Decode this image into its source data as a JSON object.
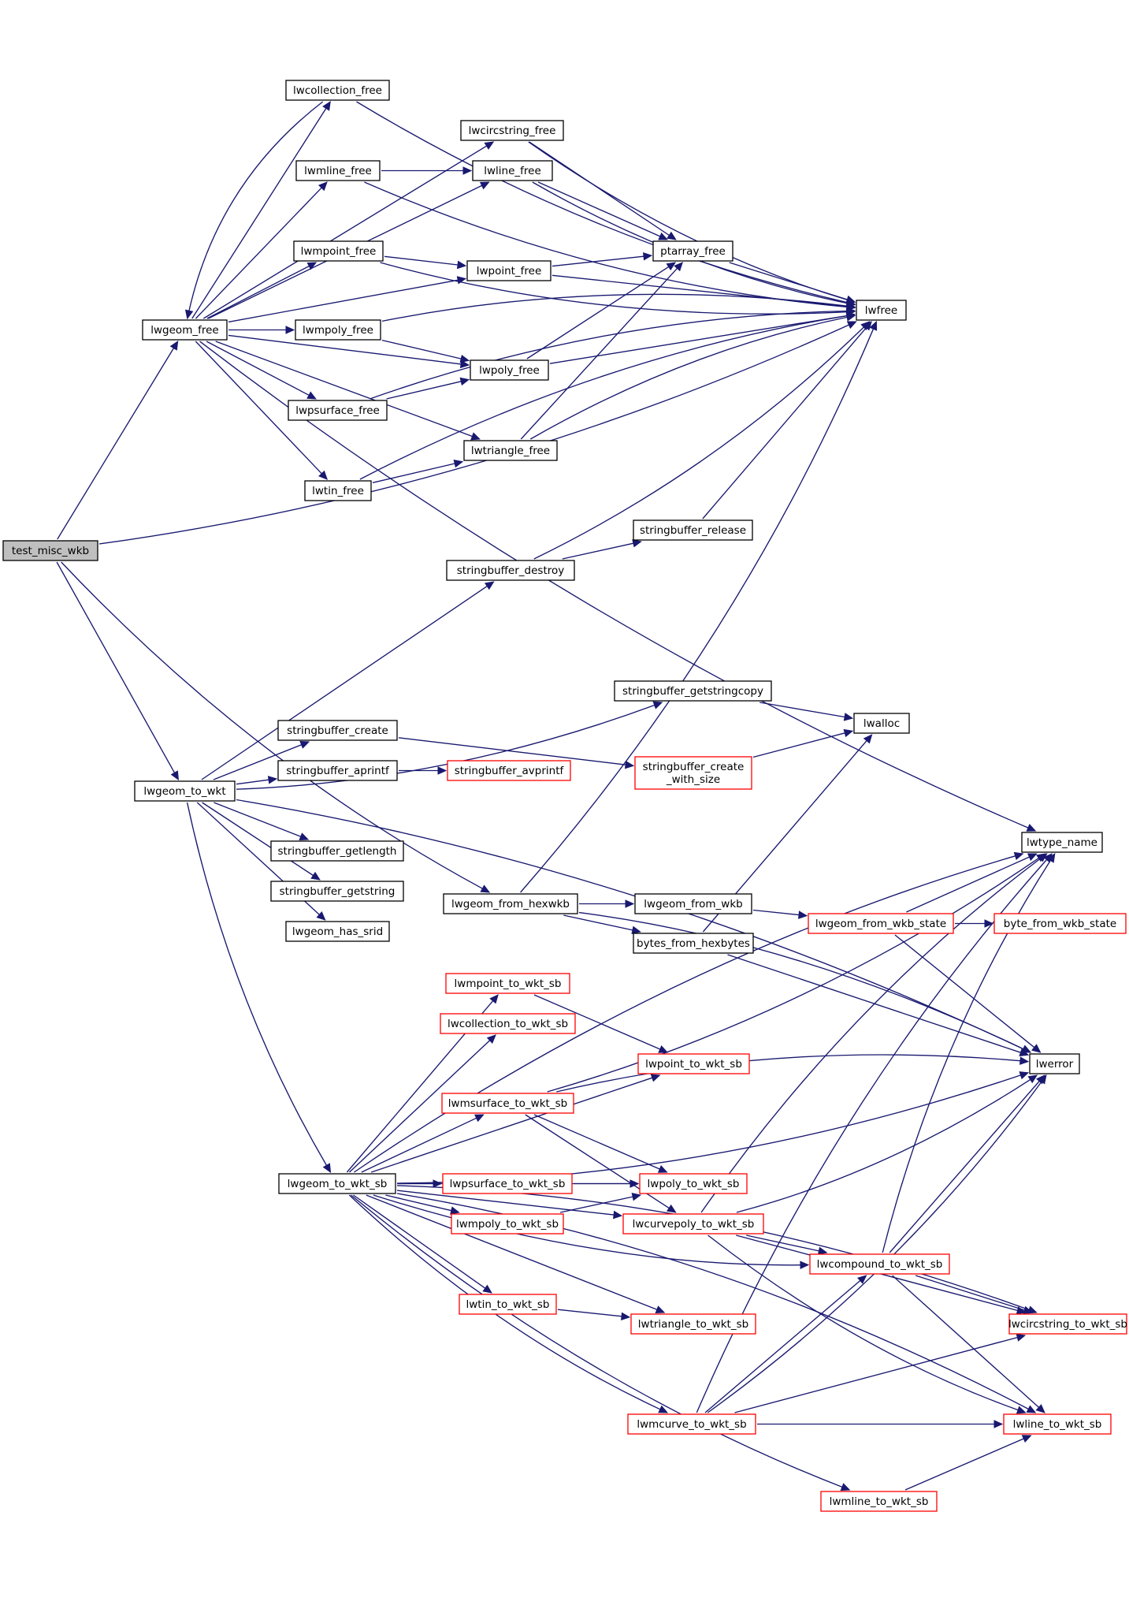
{
  "colors": {
    "edge": "#191970",
    "node_black": "#000000",
    "node_red": "#ff0000",
    "root_fill": "#bfbfbf"
  },
  "nodes": [
    {
      "id": "test_misc_wkb",
      "label": "test_misc_wkb",
      "style": "root"
    },
    {
      "id": "lwgeom_free",
      "label": "lwgeom_free",
      "style": "black"
    },
    {
      "id": "lwcollection_free",
      "label": "lwcollection_free",
      "style": "black"
    },
    {
      "id": "lwcircstring_free",
      "label": "lwcircstring_free",
      "style": "black"
    },
    {
      "id": "lwmline_free",
      "label": "lwmline_free",
      "style": "black"
    },
    {
      "id": "lwline_free",
      "label": "lwline_free",
      "style": "black"
    },
    {
      "id": "lwmpoint_free",
      "label": "lwmpoint_free",
      "style": "black"
    },
    {
      "id": "lwpoint_free",
      "label": "lwpoint_free",
      "style": "black"
    },
    {
      "id": "ptarray_free",
      "label": "ptarray_free",
      "style": "black"
    },
    {
      "id": "lwfree",
      "label": "lwfree",
      "style": "black"
    },
    {
      "id": "lwmpoly_free",
      "label": "lwmpoly_free",
      "style": "black"
    },
    {
      "id": "lwpoly_free",
      "label": "lwpoly_free",
      "style": "black"
    },
    {
      "id": "lwpsurface_free",
      "label": "lwpsurface_free",
      "style": "black"
    },
    {
      "id": "lwtriangle_free",
      "label": "lwtriangle_free",
      "style": "black"
    },
    {
      "id": "lwtin_free",
      "label": "lwtin_free",
      "style": "black"
    },
    {
      "id": "stringbuffer_release",
      "label": "stringbuffer_release",
      "style": "black"
    },
    {
      "id": "stringbuffer_destroy",
      "label": "stringbuffer_destroy",
      "style": "black"
    },
    {
      "id": "stringbuffer_getstringcopy",
      "label": "stringbuffer_getstringcopy",
      "style": "black"
    },
    {
      "id": "lwalloc",
      "label": "lwalloc",
      "style": "black"
    },
    {
      "id": "stringbuffer_create",
      "label": "stringbuffer_create",
      "style": "black"
    },
    {
      "id": "stringbuffer_create_with_size",
      "label": "stringbuffer_create\n_with_size",
      "style": "red"
    },
    {
      "id": "stringbuffer_aprintf",
      "label": "stringbuffer_aprintf",
      "style": "black"
    },
    {
      "id": "stringbuffer_avprintf",
      "label": "stringbuffer_avprintf",
      "style": "red"
    },
    {
      "id": "lwgeom_to_wkt",
      "label": "lwgeom_to_wkt",
      "style": "black"
    },
    {
      "id": "lwtype_name",
      "label": "lwtype_name",
      "style": "black"
    },
    {
      "id": "stringbuffer_getlength",
      "label": "stringbuffer_getlength",
      "style": "black"
    },
    {
      "id": "stringbuffer_getstring",
      "label": "stringbuffer_getstring",
      "style": "black"
    },
    {
      "id": "lwgeom_from_hexwkb",
      "label": "lwgeom_from_hexwkb",
      "style": "black"
    },
    {
      "id": "lwgeom_from_wkb",
      "label": "lwgeom_from_wkb",
      "style": "black"
    },
    {
      "id": "lwgeom_from_wkb_state",
      "label": "lwgeom_from_wkb_state",
      "style": "red"
    },
    {
      "id": "byte_from_wkb_state",
      "label": "byte_from_wkb_state",
      "style": "red"
    },
    {
      "id": "lwgeom_has_srid",
      "label": "lwgeom_has_srid",
      "style": "black"
    },
    {
      "id": "bytes_from_hexbytes",
      "label": "bytes_from_hexbytes",
      "style": "black"
    },
    {
      "id": "lwmpoint_to_wkt_sb",
      "label": "lwmpoint_to_wkt_sb",
      "style": "red"
    },
    {
      "id": "lwcollection_to_wkt_sb",
      "label": "lwcollection_to_wkt_sb",
      "style": "red"
    },
    {
      "id": "lwpoint_to_wkt_sb",
      "label": "lwpoint_to_wkt_sb",
      "style": "red"
    },
    {
      "id": "lwerror",
      "label": "lwerror",
      "style": "black"
    },
    {
      "id": "lwmsurface_to_wkt_sb",
      "label": "lwmsurface_to_wkt_sb",
      "style": "red"
    },
    {
      "id": "lwgeom_to_wkt_sb",
      "label": "lwgeom_to_wkt_sb",
      "style": "black"
    },
    {
      "id": "lwpsurface_to_wkt_sb",
      "label": "lwpsurface_to_wkt_sb",
      "style": "red"
    },
    {
      "id": "lwpoly_to_wkt_sb",
      "label": "lwpoly_to_wkt_sb",
      "style": "red"
    },
    {
      "id": "lwmpoly_to_wkt_sb",
      "label": "lwmpoly_to_wkt_sb",
      "style": "red"
    },
    {
      "id": "lwcurvepoly_to_wkt_sb",
      "label": "lwcurvepoly_to_wkt_sb",
      "style": "red"
    },
    {
      "id": "lwcompound_to_wkt_sb",
      "label": "lwcompound_to_wkt_sb",
      "style": "red"
    },
    {
      "id": "lwtin_to_wkt_sb",
      "label": "lwtin_to_wkt_sb",
      "style": "red"
    },
    {
      "id": "lwtriangle_to_wkt_sb",
      "label": "lwtriangle_to_wkt_sb",
      "style": "red"
    },
    {
      "id": "lwcircstring_to_wkt_sb",
      "label": "lwcircstring_to_wkt_sb",
      "style": "red"
    },
    {
      "id": "lwmcurve_to_wkt_sb",
      "label": "lwmcurve_to_wkt_sb",
      "style": "red"
    },
    {
      "id": "lwline_to_wkt_sb",
      "label": "lwline_to_wkt_sb",
      "style": "red"
    },
    {
      "id": "lwmline_to_wkt_sb",
      "label": "lwmline_to_wkt_sb",
      "style": "red"
    }
  ],
  "edges": [
    [
      "test_misc_wkb",
      "lwgeom_free"
    ],
    [
      "test_misc_wkb",
      "lwfree"
    ],
    [
      "test_misc_wkb",
      "lwgeom_to_wkt"
    ],
    [
      "test_misc_wkb",
      "lwgeom_from_hexwkb"
    ],
    [
      "lwgeom_free",
      "lwcollection_free"
    ],
    [
      "lwgeom_free",
      "lwcircstring_free"
    ],
    [
      "lwgeom_free",
      "lwmline_free"
    ],
    [
      "lwgeom_free",
      "lwline_free"
    ],
    [
      "lwgeom_free",
      "lwmpoint_free"
    ],
    [
      "lwgeom_free",
      "lwpoint_free"
    ],
    [
      "lwgeom_free",
      "lwmpoly_free"
    ],
    [
      "lwgeom_free",
      "lwpoly_free"
    ],
    [
      "lwgeom_free",
      "lwpsurface_free"
    ],
    [
      "lwgeom_free",
      "lwtriangle_free"
    ],
    [
      "lwgeom_free",
      "lwtin_free"
    ],
    [
      "lwgeom_free",
      "lwtype_name"
    ],
    [
      "lwcollection_free",
      "lwgeom_free"
    ],
    [
      "lwcollection_free",
      "lwfree"
    ],
    [
      "lwcircstring_free",
      "ptarray_free"
    ],
    [
      "lwcircstring_free",
      "lwfree"
    ],
    [
      "lwmline_free",
      "lwline_free"
    ],
    [
      "lwmline_free",
      "lwfree"
    ],
    [
      "lwline_free",
      "ptarray_free"
    ],
    [
      "lwline_free",
      "lwfree"
    ],
    [
      "lwmpoint_free",
      "lwpoint_free"
    ],
    [
      "lwmpoint_free",
      "lwfree"
    ],
    [
      "lwpoint_free",
      "ptarray_free"
    ],
    [
      "lwpoint_free",
      "lwfree"
    ],
    [
      "ptarray_free",
      "lwfree"
    ],
    [
      "lwmpoly_free",
      "lwpoly_free"
    ],
    [
      "lwmpoly_free",
      "lwfree"
    ],
    [
      "lwpoly_free",
      "ptarray_free"
    ],
    [
      "lwpoly_free",
      "lwfree"
    ],
    [
      "lwpsurface_free",
      "lwpoly_free"
    ],
    [
      "lwpsurface_free",
      "lwfree"
    ],
    [
      "lwtriangle_free",
      "ptarray_free"
    ],
    [
      "lwtriangle_free",
      "lwfree"
    ],
    [
      "lwtin_free",
      "lwtriangle_free"
    ],
    [
      "lwtin_free",
      "lwfree"
    ],
    [
      "stringbuffer_release",
      "lwfree"
    ],
    [
      "stringbuffer_destroy",
      "stringbuffer_release"
    ],
    [
      "stringbuffer_destroy",
      "lwfree"
    ],
    [
      "lwgeom_to_wkt",
      "stringbuffer_destroy"
    ],
    [
      "lwgeom_to_wkt",
      "stringbuffer_getstringcopy"
    ],
    [
      "lwgeom_to_wkt",
      "stringbuffer_create"
    ],
    [
      "lwgeom_to_wkt",
      "stringbuffer_aprintf"
    ],
    [
      "lwgeom_to_wkt",
      "stringbuffer_getlength"
    ],
    [
      "lwgeom_to_wkt",
      "stringbuffer_getstring"
    ],
    [
      "lwgeom_to_wkt",
      "lwgeom_has_srid"
    ],
    [
      "lwgeom_to_wkt",
      "lwgeom_to_wkt_sb"
    ],
    [
      "lwgeom_to_wkt",
      "lwerror"
    ],
    [
      "stringbuffer_getstringcopy",
      "lwalloc"
    ],
    [
      "stringbuffer_create",
      "stringbuffer_create_with_size"
    ],
    [
      "stringbuffer_create_with_size",
      "lwalloc"
    ],
    [
      "stringbuffer_aprintf",
      "stringbuffer_avprintf"
    ],
    [
      "lwgeom_from_hexwkb",
      "lwgeom_from_wkb"
    ],
    [
      "lwgeom_from_hexwkb",
      "bytes_from_hexbytes"
    ],
    [
      "lwgeom_from_hexwkb",
      "lwfree"
    ],
    [
      "lwgeom_from_hexwkb",
      "lwerror"
    ],
    [
      "lwgeom_from_wkb",
      "lwgeom_from_wkb_state"
    ],
    [
      "bytes_from_hexbytes",
      "lwalloc"
    ],
    [
      "bytes_from_hexbytes",
      "lwerror"
    ],
    [
      "lwgeom_from_wkb_state",
      "byte_from_wkb_state"
    ],
    [
      "lwgeom_from_wkb_state",
      "lwtype_name"
    ],
    [
      "lwgeom_from_wkb_state",
      "lwerror"
    ],
    [
      "lwgeom_to_wkt_sb",
      "lwmpoint_to_wkt_sb"
    ],
    [
      "lwgeom_to_wkt_sb",
      "lwcollection_to_wkt_sb"
    ],
    [
      "lwgeom_to_wkt_sb",
      "lwpoint_to_wkt_sb"
    ],
    [
      "lwgeom_to_wkt_sb",
      "lwmsurface_to_wkt_sb"
    ],
    [
      "lwgeom_to_wkt_sb",
      "lwpsurface_to_wkt_sb"
    ],
    [
      "lwgeom_to_wkt_sb",
      "lwpoly_to_wkt_sb"
    ],
    [
      "lwgeom_to_wkt_sb",
      "lwmpoly_to_wkt_sb"
    ],
    [
      "lwgeom_to_wkt_sb",
      "lwcurvepoly_to_wkt_sb"
    ],
    [
      "lwgeom_to_wkt_sb",
      "lwcompound_to_wkt_sb"
    ],
    [
      "lwgeom_to_wkt_sb",
      "lwtin_to_wkt_sb"
    ],
    [
      "lwgeom_to_wkt_sb",
      "lwtriangle_to_wkt_sb"
    ],
    [
      "lwgeom_to_wkt_sb",
      "lwcircstring_to_wkt_sb"
    ],
    [
      "lwgeom_to_wkt_sb",
      "lwmcurve_to_wkt_sb"
    ],
    [
      "lwgeom_to_wkt_sb",
      "lwline_to_wkt_sb"
    ],
    [
      "lwgeom_to_wkt_sb",
      "lwmline_to_wkt_sb"
    ],
    [
      "lwgeom_to_wkt_sb",
      "lwtype_name"
    ],
    [
      "lwgeom_to_wkt_sb",
      "lwerror"
    ],
    [
      "lwmpoint_to_wkt_sb",
      "lwpoint_to_wkt_sb"
    ],
    [
      "lwmsurface_to_wkt_sb",
      "lwpoly_to_wkt_sb"
    ],
    [
      "lwmsurface_to_wkt_sb",
      "lwcurvepoly_to_wkt_sb"
    ],
    [
      "lwmsurface_to_wkt_sb",
      "lwtype_name"
    ],
    [
      "lwmsurface_to_wkt_sb",
      "lwerror"
    ],
    [
      "lwpsurface_to_wkt_sb",
      "lwpoly_to_wkt_sb"
    ],
    [
      "lwmpoly_to_wkt_sb",
      "lwpoly_to_wkt_sb"
    ],
    [
      "lwcurvepoly_to_wkt_sb",
      "lwcompound_to_wkt_sb"
    ],
    [
      "lwcurvepoly_to_wkt_sb",
      "lwcircstring_to_wkt_sb"
    ],
    [
      "lwcurvepoly_to_wkt_sb",
      "lwline_to_wkt_sb"
    ],
    [
      "lwcurvepoly_to_wkt_sb",
      "lwtype_name"
    ],
    [
      "lwcurvepoly_to_wkt_sb",
      "lwerror"
    ],
    [
      "lwcompound_to_wkt_sb",
      "lwcircstring_to_wkt_sb"
    ],
    [
      "lwcompound_to_wkt_sb",
      "lwline_to_wkt_sb"
    ],
    [
      "lwcompound_to_wkt_sb",
      "lwtype_name"
    ],
    [
      "lwcompound_to_wkt_sb",
      "lwerror"
    ],
    [
      "lwtin_to_wkt_sb",
      "lwtriangle_to_wkt_sb"
    ],
    [
      "lwmcurve_to_wkt_sb",
      "lwcompound_to_wkt_sb"
    ],
    [
      "lwmcurve_to_wkt_sb",
      "lwcircstring_to_wkt_sb"
    ],
    [
      "lwmcurve_to_wkt_sb",
      "lwline_to_wkt_sb"
    ],
    [
      "lwmcurve_to_wkt_sb",
      "lwtype_name"
    ],
    [
      "lwmcurve_to_wkt_sb",
      "lwerror"
    ],
    [
      "lwmline_to_wkt_sb",
      "lwline_to_wkt_sb"
    ]
  ]
}
